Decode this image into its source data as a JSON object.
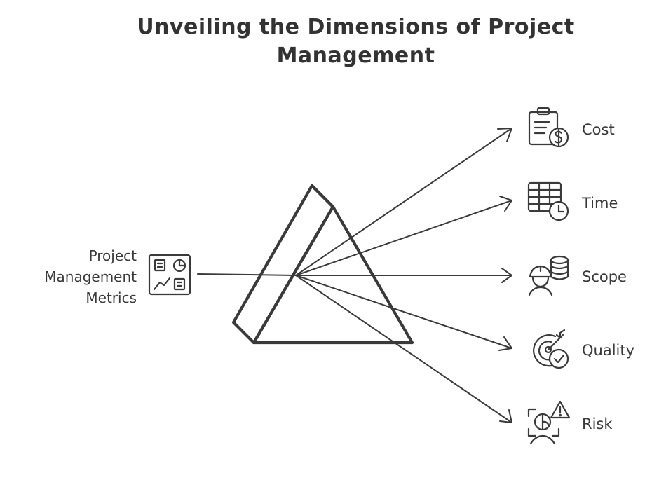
{
  "title": "Unveiling the Dimensions of Project\nManagement",
  "source": {
    "label": "Project\nManagement\nMetrics",
    "icon": "dashboard-icon"
  },
  "dimensions": [
    {
      "label": "Cost",
      "icon": "clipboard-dollar-icon"
    },
    {
      "label": "Time",
      "icon": "calendar-clock-icon"
    },
    {
      "label": "Scope",
      "icon": "worker-database-icon"
    },
    {
      "label": "Quality",
      "icon": "target-check-icon"
    },
    {
      "label": "Risk",
      "icon": "person-warning-icon"
    }
  ],
  "colors": {
    "stroke": "#3a3a3a",
    "background": "#ffffff"
  }
}
